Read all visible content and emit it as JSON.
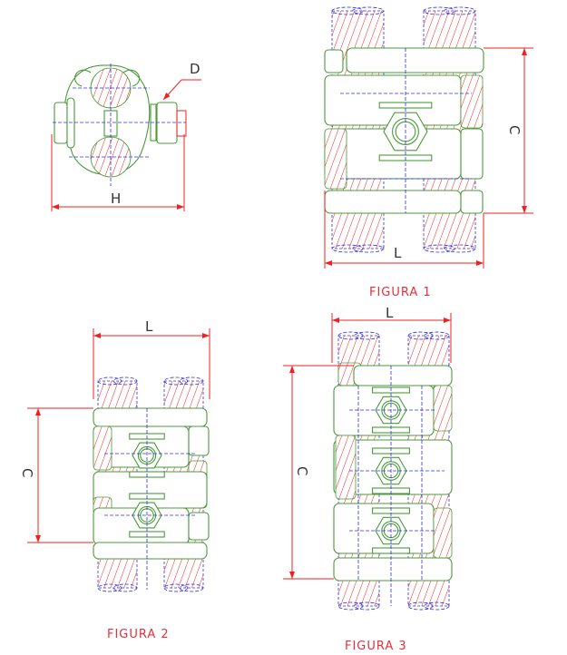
{
  "figure_top_left": {
    "label_d": "D",
    "label_h": "H"
  },
  "figure_1": {
    "caption": "FIGURA 1",
    "label_c": "C",
    "label_l": "L"
  },
  "figure_2": {
    "caption": "FIGURA 2",
    "label_c": "C",
    "label_l": "L"
  },
  "figure_3": {
    "caption": "FIGURA 3",
    "label_c": "C",
    "label_l": "L"
  },
  "colors": {
    "outline": "#4a9a3a",
    "dimension": "#f02020",
    "centerline": "#3030e0",
    "hatch": "#f02020"
  }
}
